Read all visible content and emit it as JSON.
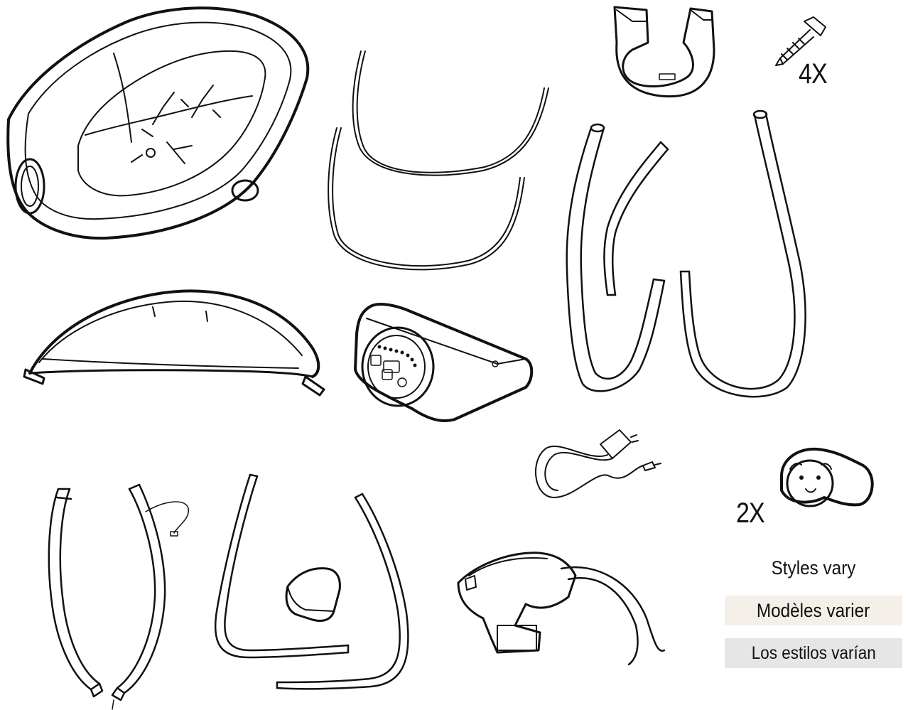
{
  "quantities": {
    "screw_qty": "4X",
    "toy_qty": "2X"
  },
  "notes": {
    "english": "Styles vary",
    "french": "Modèles varier",
    "spanish": "Los estilos varían"
  },
  "colors": {
    "line": "#111111",
    "background": "#ffffff",
    "french_band": "#f4efe9",
    "spanish_band": "#e6e6e6"
  },
  "icons": [
    "seat-icon",
    "seat-wire-frame-icon",
    "canopy-icon",
    "motor-control-unit-icon",
    "top-bracket-icon",
    "screw-icon",
    "leg-tubes-icon",
    "power-adapter-icon",
    "toy-icon",
    "front-legs-icon",
    "base-tube-icon",
    "cap-icon",
    "swing-arm-icon"
  ]
}
